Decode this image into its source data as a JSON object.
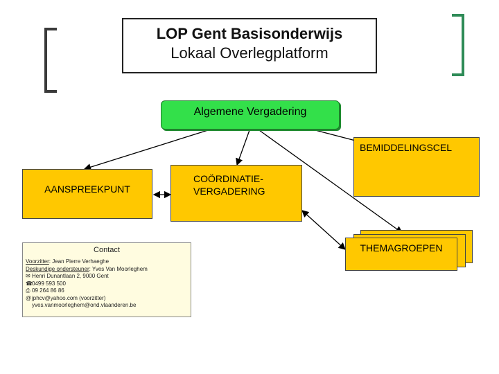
{
  "header": {
    "title_line1": "LOP Gent Basisonderwijs",
    "title_line2": "Lokaal Overlegplatform"
  },
  "nodes": {
    "algemene": "Algemene Vergadering",
    "bemiddeling": "BEMIDDELINGSCEL",
    "aanspreekpunt": "AANSPREEKPUNT",
    "coordinatie_line1": "COÖRDINATIE-",
    "coordinatie_line2": "VERGADERING",
    "themagroepen": "THEMAGROEPEN"
  },
  "contact": {
    "title": "Contact",
    "voorzitter_label": "Voorzitter",
    "voorzitter_value": ": Jean Pierre Verhaeghe",
    "deskundige_label": "Deskundige ondersteuner",
    "deskundige_value": ": Yves Van Moorleghem",
    "address": "Henri Dunantlaan 2, 9000 Gent",
    "phone": "0499 593 500",
    "fax": "09 264 86 86",
    "email1": "jphcv@yahoo.com (voorzitter)",
    "email2": "yves.vanmoorleghem@ond.vlaanderen.be",
    "icons": [
      "address-icon",
      "phone-icon",
      "fax-icon",
      "email-icon"
    ]
  },
  "colors": {
    "green_box": "#33e04a",
    "yellow_box": "#ffc800",
    "contact_note": "#fffce0"
  }
}
